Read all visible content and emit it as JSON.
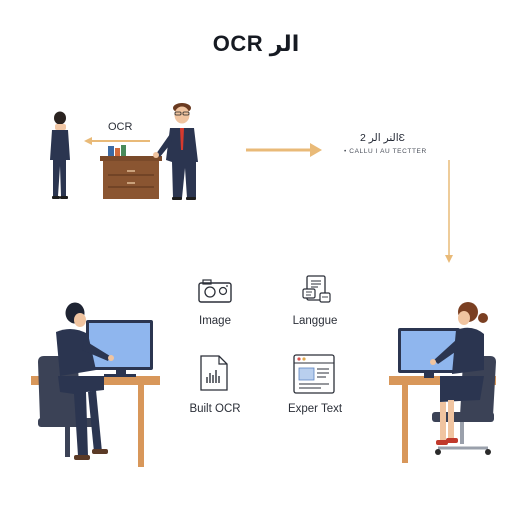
{
  "title": "OCR الر",
  "ocr_label": "OCR",
  "result": {
    "title": "النر الر 2Ɛ",
    "subtitle": "• CALLU I AU TECTTER"
  },
  "features": [
    {
      "label": "Image",
      "icon": "camera-icon"
    },
    {
      "label": "Langgue",
      "icon": "document-chat-icon"
    },
    {
      "label": "Built OCR",
      "icon": "document-chart-icon"
    },
    {
      "label": "Exper Text",
      "icon": "document-text-icon"
    }
  ],
  "colors": {
    "arrow": "#e9ba78",
    "suit": "#2b3550",
    "desk": "#d8975a",
    "monitor": "#8fb6ee"
  }
}
